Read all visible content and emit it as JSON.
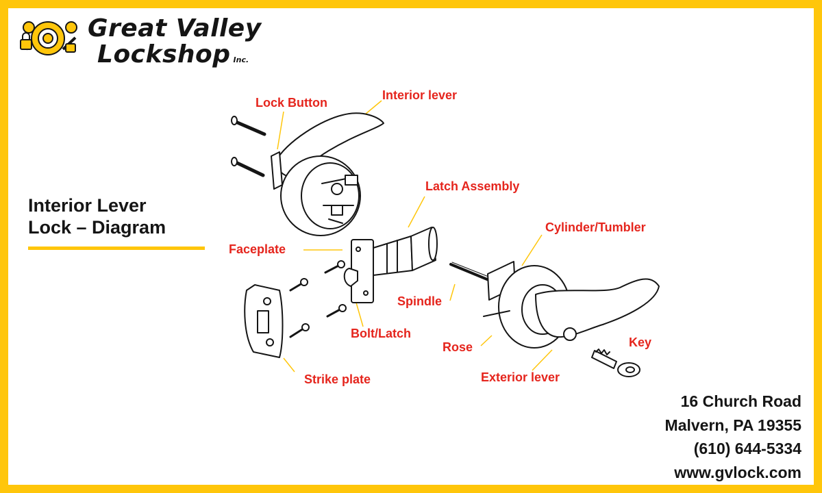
{
  "brand": {
    "name_line1": "Great Valley",
    "name_line2": "Lockshop",
    "suffix": "Inc."
  },
  "title": {
    "line1": "Interior Lever",
    "line2": "Lock – Diagram"
  },
  "labels": {
    "lock_button": "Lock Button",
    "interior_lever": "Interior lever",
    "latch_assembly": "Latch Assembly",
    "cylinder_tumbler": "Cylinder/Tumbler",
    "faceplate": "Faceplate",
    "spindle": "Spindle",
    "bolt_latch": "Bolt/Latch",
    "rose": "Rose",
    "key": "Key",
    "strike_plate": "Strike plate",
    "exterior_lever": "Exterior lever"
  },
  "address": {
    "street": "16 Church Road",
    "city": "Malvern, PA 19355",
    "phone": "(610) 644-5334",
    "website": "www.gvlock.com"
  },
  "colors": {
    "border": "#FFC60B",
    "label": "#E5251D",
    "text": "#151515",
    "leader": "#FFC60B"
  }
}
